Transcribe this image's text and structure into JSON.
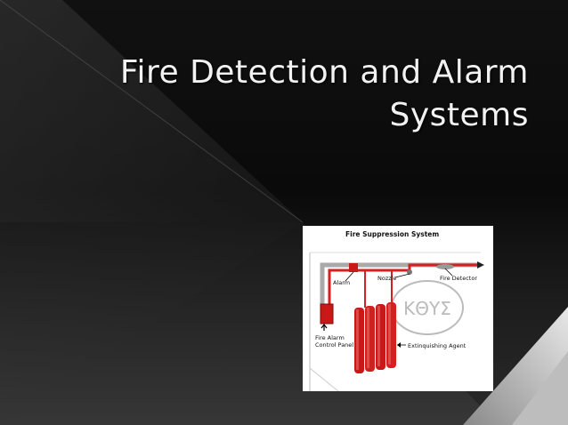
{
  "slide": {
    "title_line1": "Fire Detection and Alarm",
    "title_line2": "Systems"
  },
  "figure": {
    "heading": "Fire Suppression System",
    "labels": {
      "alarm": "Alarm",
      "nozzle": "Nozzle",
      "fire_detector": "Fire Detector",
      "panel_line1": "Fire Alarm",
      "panel_line2": "Control Panel",
      "agent": "Extinquishing Agent",
      "logo_text": "ΚΘΥΣ"
    }
  },
  "colors": {
    "background": "#000000",
    "title_text": "#f2f2f2",
    "pipe_red": "#d42020",
    "cylinder_red": "#c81818"
  }
}
